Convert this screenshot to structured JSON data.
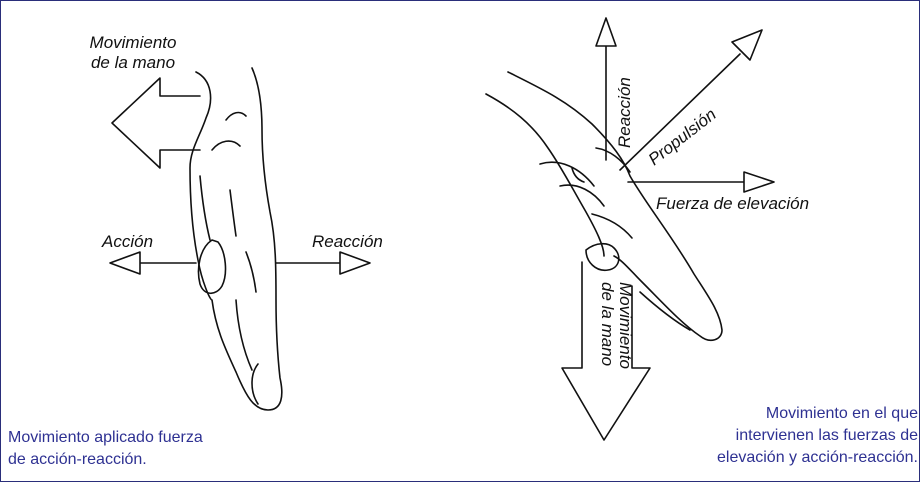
{
  "left_diagram": {
    "hand_movement_label": [
      "Movimiento",
      "de la mano"
    ],
    "action_label": "Acción",
    "reaction_label": "Reacción",
    "caption": [
      "Movimiento aplicado fuerza",
      "de acción-reacción."
    ]
  },
  "right_diagram": {
    "reaction_label": "Reacción",
    "propulsion_label": "Propulsión",
    "lift_label": "Fuerza de elevación",
    "hand_movement_label": [
      "Movimiento",
      "de la mano"
    ],
    "caption": [
      "Movimiento en el que",
      "intervienen las fuerzas de",
      "elevación y acción-reacción."
    ]
  },
  "colors": {
    "caption": "#2e3192",
    "border": "#2a2e7a",
    "ink": "#111111"
  }
}
